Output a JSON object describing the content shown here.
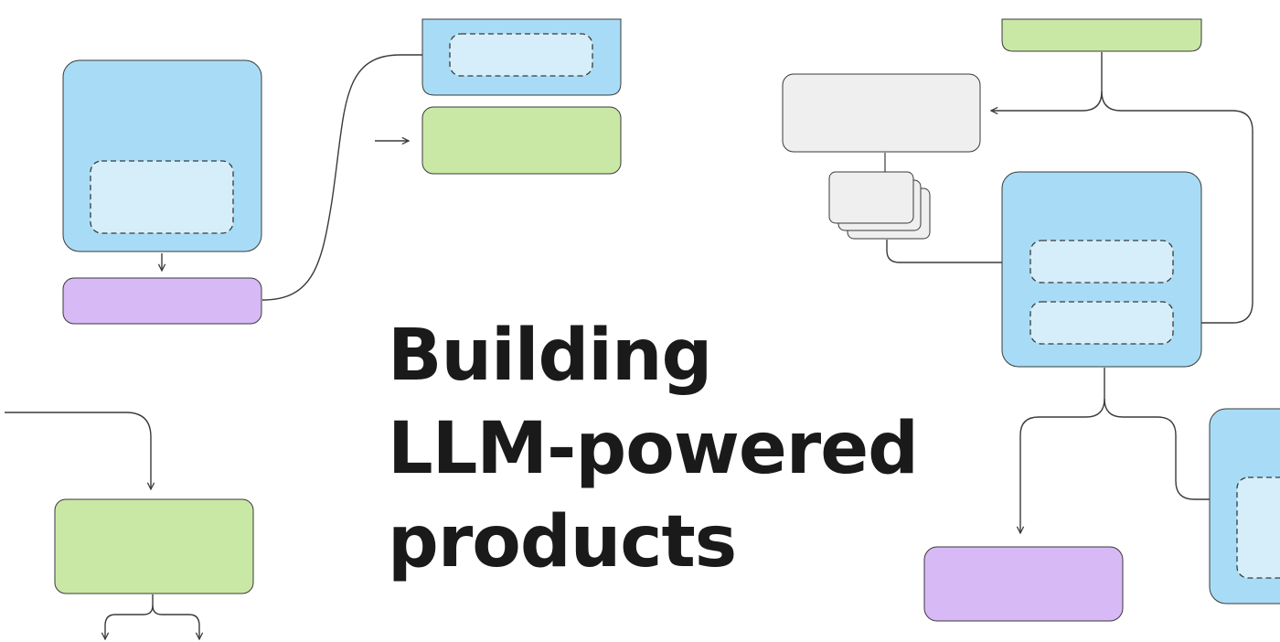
{
  "headline": {
    "line1": "Building",
    "line2": "LLM-powered",
    "line3": "products"
  },
  "palette": {
    "blue": "#a8dcf6",
    "blue_inner": "#d6eef9",
    "green": "#cae8a5",
    "purple": "#d6b9f5",
    "gray": "#efefef",
    "stroke": "#3a3a3a",
    "text": "#1a1a1a"
  }
}
